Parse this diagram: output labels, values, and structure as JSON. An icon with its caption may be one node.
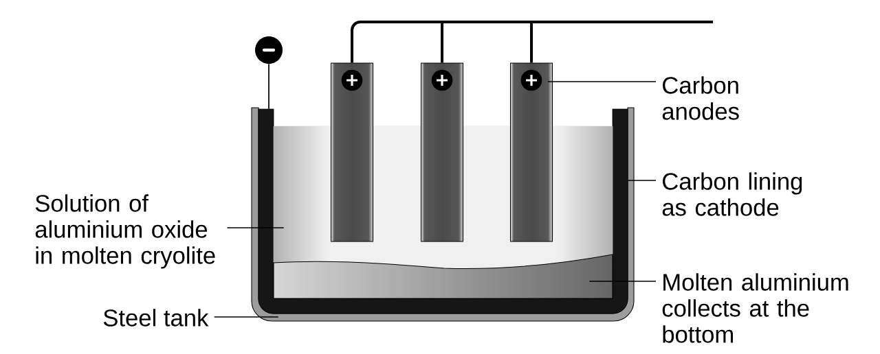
{
  "diagram": {
    "nodes": [
      {
        "text": [
          "Carbon anodes"
        ]
      },
      {
        "text": [
          "Carbon lining as cathode"
        ]
      },
      {
        "text": [
          "Solution of aluminium oxide in molten cryolite"
        ]
      },
      {
        "text": [
          "Molten aluminium collects at the bottom"
        ]
      },
      {
        "text": [
          "Steel tank"
        ]
      },
      {
        "text": [],
        "shape": "box"
      },
      {
        "text": [],
        "shape": "box",
        "in": 5
      },
      {
        "text": [],
        "shape": "box",
        "in": 6
      },
      {
        "text": [],
        "shape": "box",
        "in": 6
      },
      {
        "text": [],
        "shape": "bar"
      },
      {
        "text": [],
        "shape": "bar"
      },
      {
        "text": [],
        "shape": "bar"
      },
      {
        "text": [],
        "shape": "circle"
      }
    ],
    "edges": [
      {
        "from": 0,
        "to": 11,
        "arrow": "none"
      },
      {
        "from": 1,
        "to": 6,
        "arrow": "none"
      },
      {
        "from": 2,
        "to": 7,
        "arrow": "none"
      },
      {
        "from": 3,
        "to": 8,
        "arrow": "none"
      },
      {
        "from": 4,
        "to": 5,
        "arrow": "none"
      },
      {
        "from": 9,
        "to": null,
        "arrow": "none",
        "style": "thick"
      },
      {
        "from": 10,
        "to": null,
        "arrow": "none",
        "style": "thick"
      },
      {
        "from": 11,
        "to": null,
        "arrow": "none",
        "style": "thick"
      },
      {
        "from": 12,
        "to": 6,
        "arrow": "none"
      }
    ]
  }
}
